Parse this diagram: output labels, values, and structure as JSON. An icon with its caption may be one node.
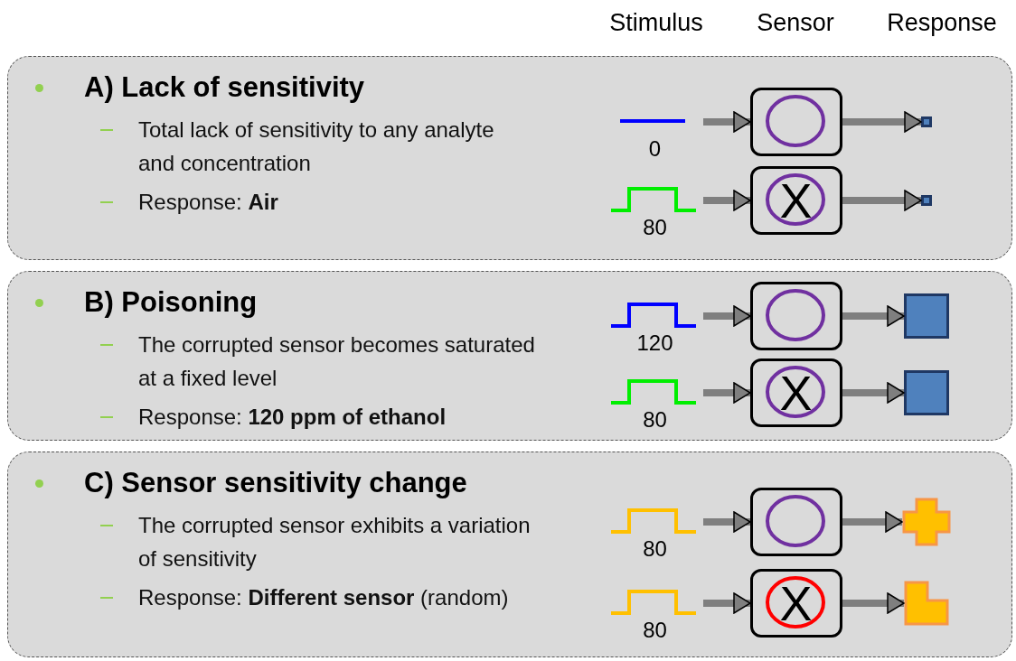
{
  "diagram": {
    "nodes": [
      {
        "text": [
          "A) Lack of sensitivity",
          "Total lack of sensitivity to any analyte and concentration",
          "Response: **Air**"
        ]
      },
      {
        "text": [
          "0"
        ],
        "in": 0
      },
      {
        "text": [],
        "shape": "box",
        "in": 0
      },
      {
        "text": [],
        "shape": "box",
        "in": 0
      },
      {
        "text": [
          "80"
        ],
        "in": 0
      },
      {
        "text": [
          "X"
        ],
        "in": 0
      },
      {
        "text": [],
        "shape": "box",
        "in": 0
      },
      {
        "text": [
          "B) Poisoning",
          "The corrupted sensor becomes saturated at a fixed level",
          "Response: **120 ppm of ethanol**"
        ]
      },
      {
        "text": [
          "120"
        ],
        "in": 7
      },
      {
        "text": [],
        "shape": "box",
        "in": 7
      },
      {
        "text": [],
        "shape": "box",
        "in": 7
      },
      {
        "text": [
          "80"
        ],
        "in": 7
      },
      {
        "text": [
          "X"
        ],
        "in": 7
      },
      {
        "text": [],
        "shape": "box",
        "in": 7
      },
      {
        "text": [
          "C) Sensor sensitivity change",
          "The corrupted sensor exhibits a variation of sensitivity",
          "Response: **Different sensor** (random)"
        ]
      },
      {
        "text": [
          "80"
        ],
        "in": 14
      },
      {
        "text": [],
        "shape": "box",
        "in": 14
      },
      {
        "text": [],
        "shape": "cross",
        "in": 14
      },
      {
        "text": [
          "80"
        ],
        "in": 14
      },
      {
        "text": [
          "X"
        ],
        "in": 14
      },
      {
        "text": [],
        "shape": "polygon",
        "in": 14
      }
    ],
    "edges": [
      {
        "from": 1,
        "to": 2,
        "arrow": "to"
      },
      {
        "from": 2,
        "to": 3,
        "arrow": "to"
      },
      {
        "from": 4,
        "to": 5,
        "arrow": "to"
      },
      {
        "from": 5,
        "to": 6,
        "arrow": "to"
      },
      {
        "from": 8,
        "to": 9,
        "arrow": "to"
      },
      {
        "from": 9,
        "to": 10,
        "arrow": "to"
      },
      {
        "from": 11,
        "to": 12,
        "arrow": "to"
      },
      {
        "from": 12,
        "to": 13,
        "arrow": "to"
      },
      {
        "from": 15,
        "to": 16,
        "arrow": "to"
      },
      {
        "from": 16,
        "to": 17,
        "arrow": "to"
      },
      {
        "from": 18,
        "to": 19,
        "arrow": "to"
      },
      {
        "from": 19,
        "to": 20,
        "arrow": "to"
      }
    ],
    "labels": [
      "Stimulus",
      "Sensor",
      "Response"
    ]
  }
}
